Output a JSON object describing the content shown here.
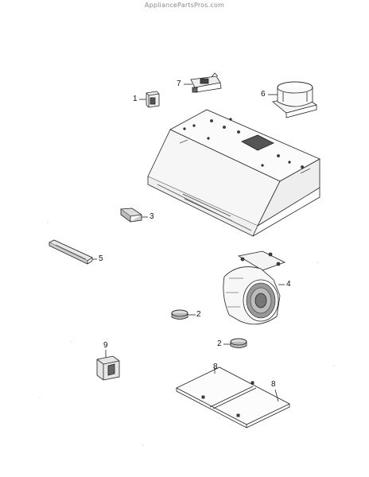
{
  "header": {
    "watermark": "AppliancePartsPros.com"
  },
  "callouts": {
    "c1": "1",
    "c7": "7",
    "c6": "6",
    "c3": "3",
    "c5": "5",
    "c4": "4",
    "c2a": "2",
    "c2b": "2",
    "c9": "9",
    "c8a": "8",
    "c8b": "8"
  }
}
